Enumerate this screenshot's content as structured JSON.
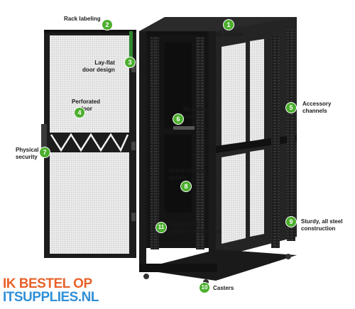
{
  "colors": {
    "badge": "#4caf2e",
    "rack": "#1c1c1c",
    "perforated": "#e4e4e4",
    "watermark_top": "#e8622a",
    "watermark_bottom": "#2f8fd8"
  },
  "callouts": [
    {
      "num": "1",
      "label": "Cable access"
    },
    {
      "num": "2",
      "label": "Rack labeling"
    },
    {
      "num": "3",
      "label": "Lay-flat\ndoor design"
    },
    {
      "num": "4",
      "label": "Perforated\ndoor"
    },
    {
      "num": "5",
      "label": "Accessory\nchannels"
    },
    {
      "num": "6",
      "label": "Mounting\nrails"
    },
    {
      "num": "7",
      "label": "Physical\nsecurity"
    },
    {
      "num": "8",
      "label": "Quick-release\npanels"
    },
    {
      "num": "9",
      "label": "Sturdy, all steel\nconstruction"
    },
    {
      "num": "10",
      "label": "Casters"
    },
    {
      "num": "11",
      "label": "Integrated\ncable management"
    }
  ],
  "watermark": {
    "line1": "IK BESTEL OP",
    "line2": "ITSUPPLIES.NL"
  }
}
